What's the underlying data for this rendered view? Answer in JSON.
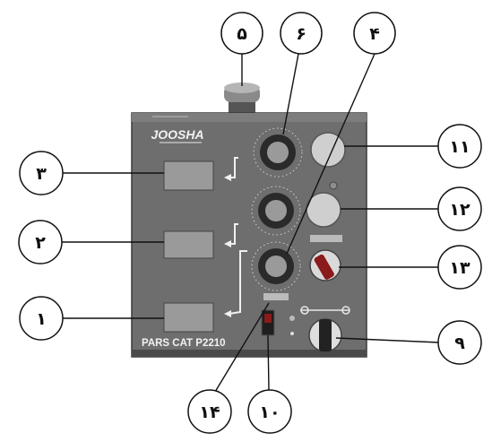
{
  "device": {
    "brand": "JOOSHA",
    "model": "PARS CAT P2210"
  },
  "callouts": [
    {
      "id": "c5",
      "label": "۵"
    },
    {
      "id": "c6",
      "label": "۶"
    },
    {
      "id": "c4",
      "label": "۴"
    },
    {
      "id": "c3",
      "label": "۳"
    },
    {
      "id": "c11",
      "label": "۱۱"
    },
    {
      "id": "c12",
      "label": "۱۲"
    },
    {
      "id": "c2",
      "label": "۲"
    },
    {
      "id": "c13",
      "label": "۱۳"
    },
    {
      "id": "c1",
      "label": "۱"
    },
    {
      "id": "c9",
      "label": "۹"
    },
    {
      "id": "c14",
      "label": "۱۴"
    },
    {
      "id": "c10",
      "label": "۱۰"
    }
  ],
  "colors": {
    "panel": "#6e6e6e",
    "panel_dark": "#3d3d3d",
    "display": "#9a9a9a",
    "knob": "#2a2a2a",
    "button": "#cfcfcf",
    "red": "#8b1a1a"
  }
}
